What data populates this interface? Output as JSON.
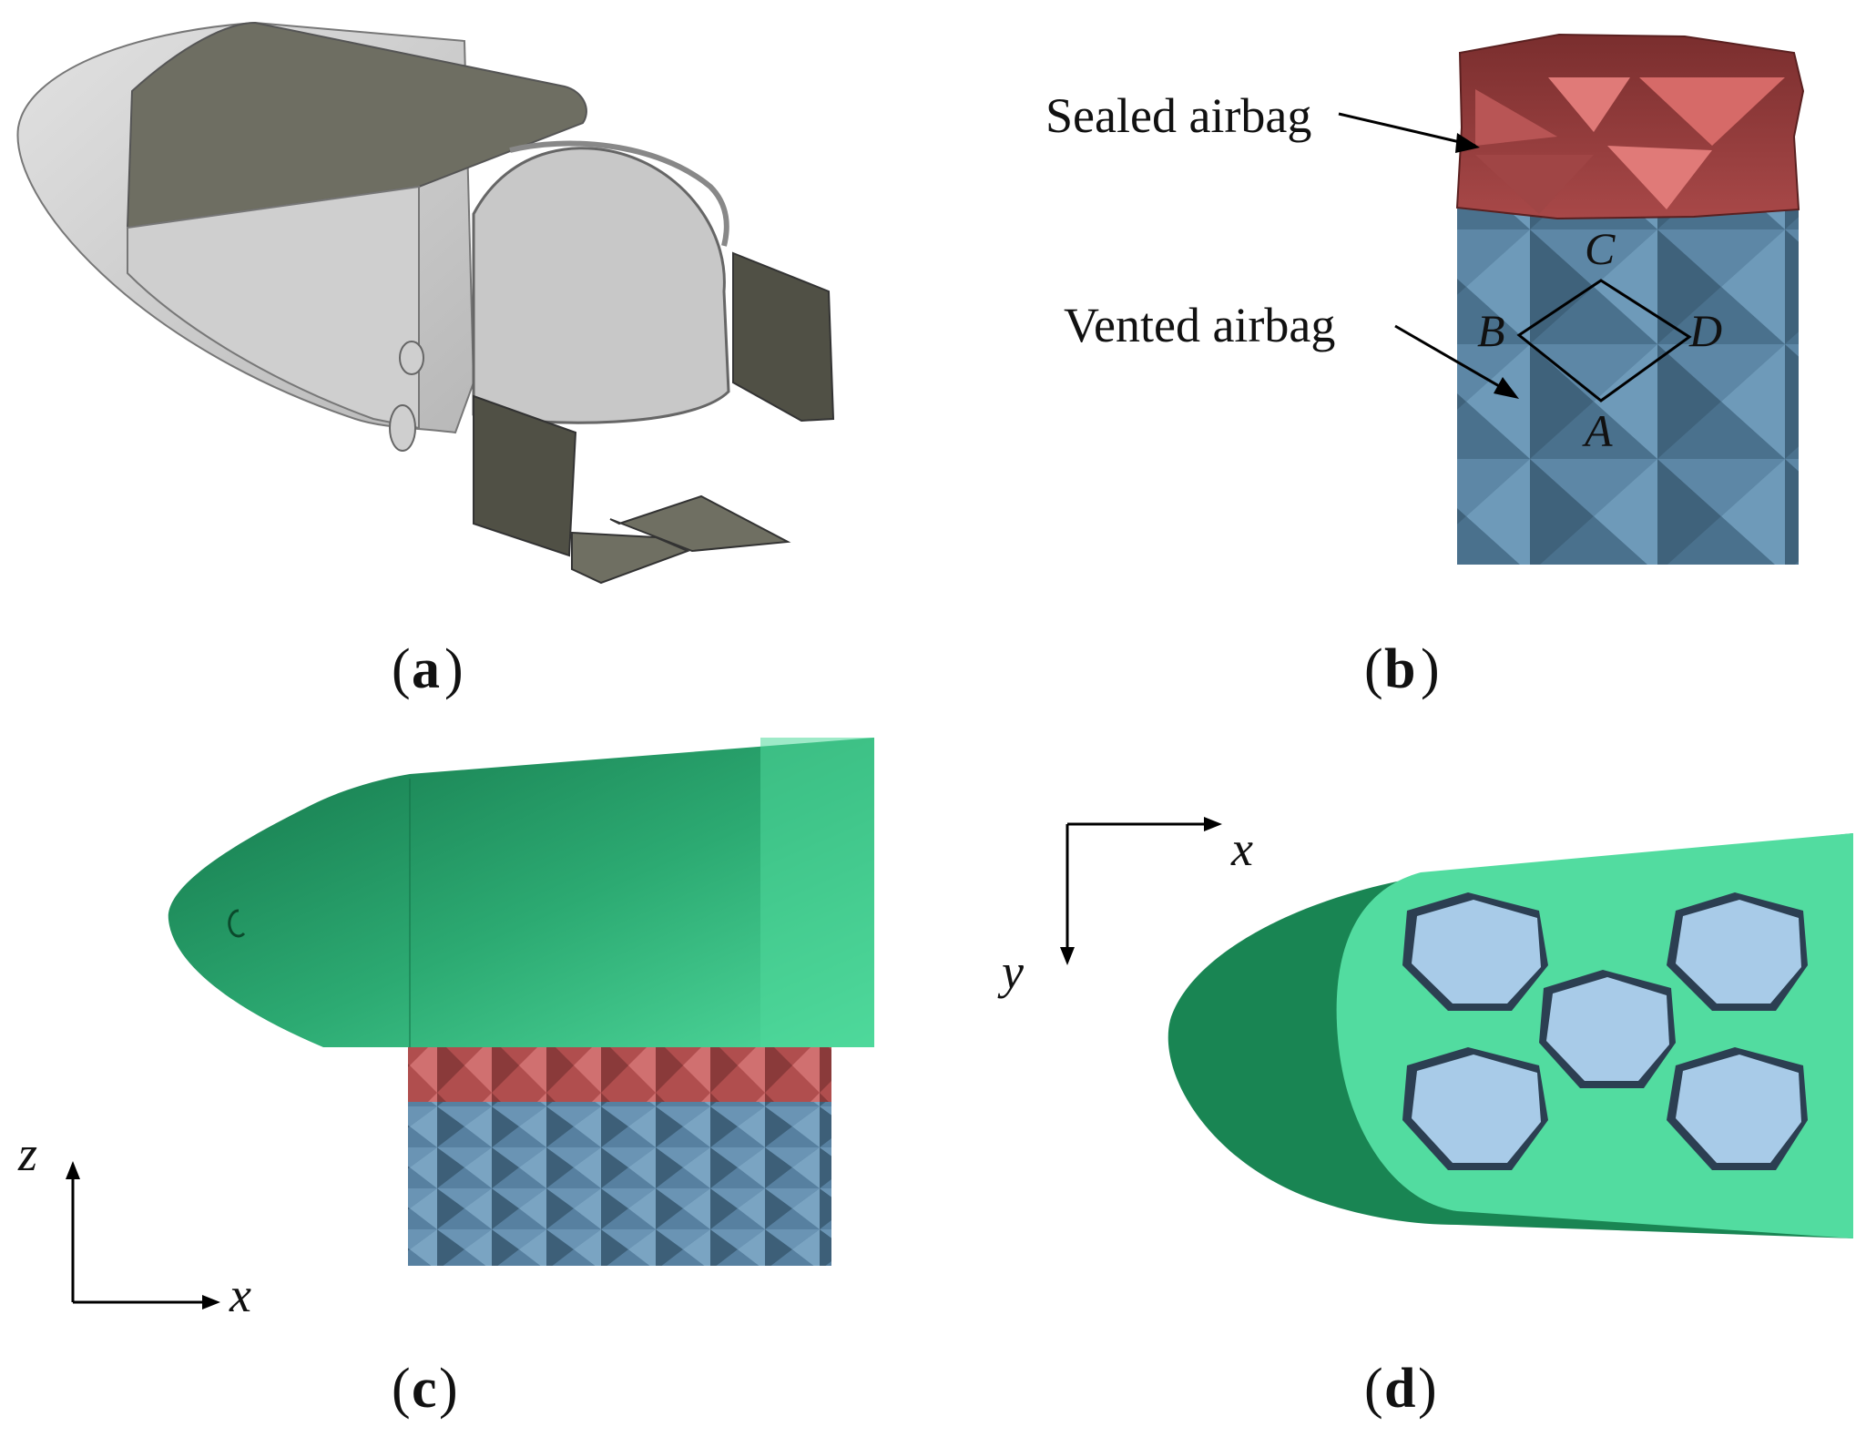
{
  "panels": {
    "a": {
      "caption_open": "(",
      "caption_letter": "a",
      "caption_close": ")"
    },
    "b": {
      "caption_open": "(",
      "caption_letter": "b",
      "caption_close": ")",
      "sealed_label": "Sealed airbag",
      "vented_label": "Vented airbag",
      "points": {
        "A": "A",
        "B": "B",
        "C": "C",
        "D": "D"
      }
    },
    "c": {
      "caption_open": "(",
      "caption_letter": "c",
      "caption_close": ")",
      "axis_vertical": "z",
      "axis_horizontal": "x"
    },
    "d": {
      "caption_open": "(",
      "caption_letter": "d",
      "caption_close": ")",
      "axis_horizontal": "x",
      "axis_vertical": "y"
    }
  },
  "colors": {
    "capsule_light": "#d4d4d4",
    "capsule_dark": "#6b6b5e",
    "sealed_red": "#c45a5a",
    "vented_blue": "#5e88a8",
    "hull_green_dark": "#1a7a50",
    "hull_green_light": "#52dca0",
    "airbag_top": "#a4c8e8"
  }
}
